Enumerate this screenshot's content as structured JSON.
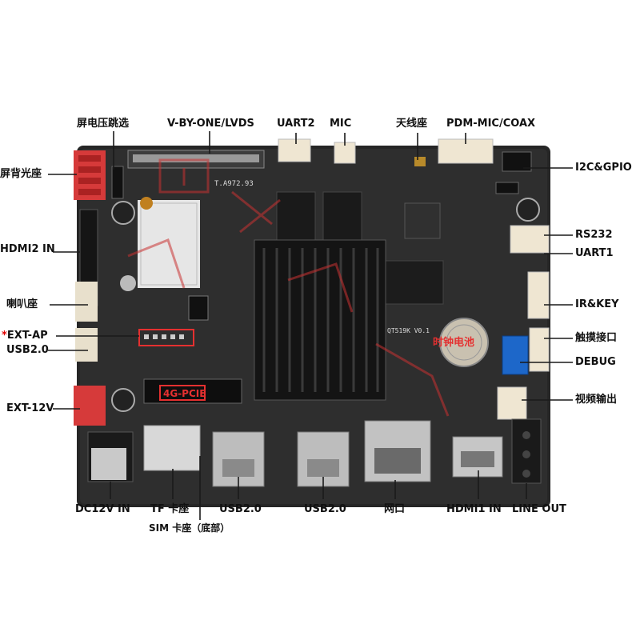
{
  "colors": {
    "board": "#2a2a2a",
    "label_line": "#1a1a1a",
    "highlight_box": "#e53030",
    "watermark": "#c83232"
  },
  "board": {
    "model_label": "QT519K V0.1",
    "connector_code": "T.A972.93",
    "highlight_pcie": "4G-PCIE",
    "highlight_rtc": "时钟电池"
  },
  "labels": {
    "lcd_voltage_jumper": "屏电压跳选",
    "vbyone_lvds": "V-BY-ONE/LVDS",
    "uart2": "UART2",
    "mic": "MIC",
    "antenna": "天线座",
    "pdm_mic_coax": "PDM-MIC/COAX",
    "backlight": "屏背光座",
    "i2c_gpio": "I2C&GPIO",
    "rs232": "RS232",
    "uart1": "UART1",
    "hdmi2_in": "HDMI2 IN",
    "speaker": "喇叭座",
    "ir_key": "IR&KEY",
    "ext_ap_star": "*",
    "ext_ap": "EXT-AP",
    "touch": "触摸接口",
    "usb20_left": "USB2.0",
    "debug": "DEBUG",
    "ext_12v": "EXT-12V",
    "video_out": "视频输出",
    "dc12v_in": "DC12V IN",
    "tf_slot": "TF 卡座",
    "sim_slot": "SIM 卡座（底部）",
    "usb20_bottom1": "USB2.0",
    "usb20_bottom2": "USB2.0",
    "ethernet": "网口",
    "hdmi1_in": "HDMI1 IN",
    "line_out": "LINE OUT"
  }
}
